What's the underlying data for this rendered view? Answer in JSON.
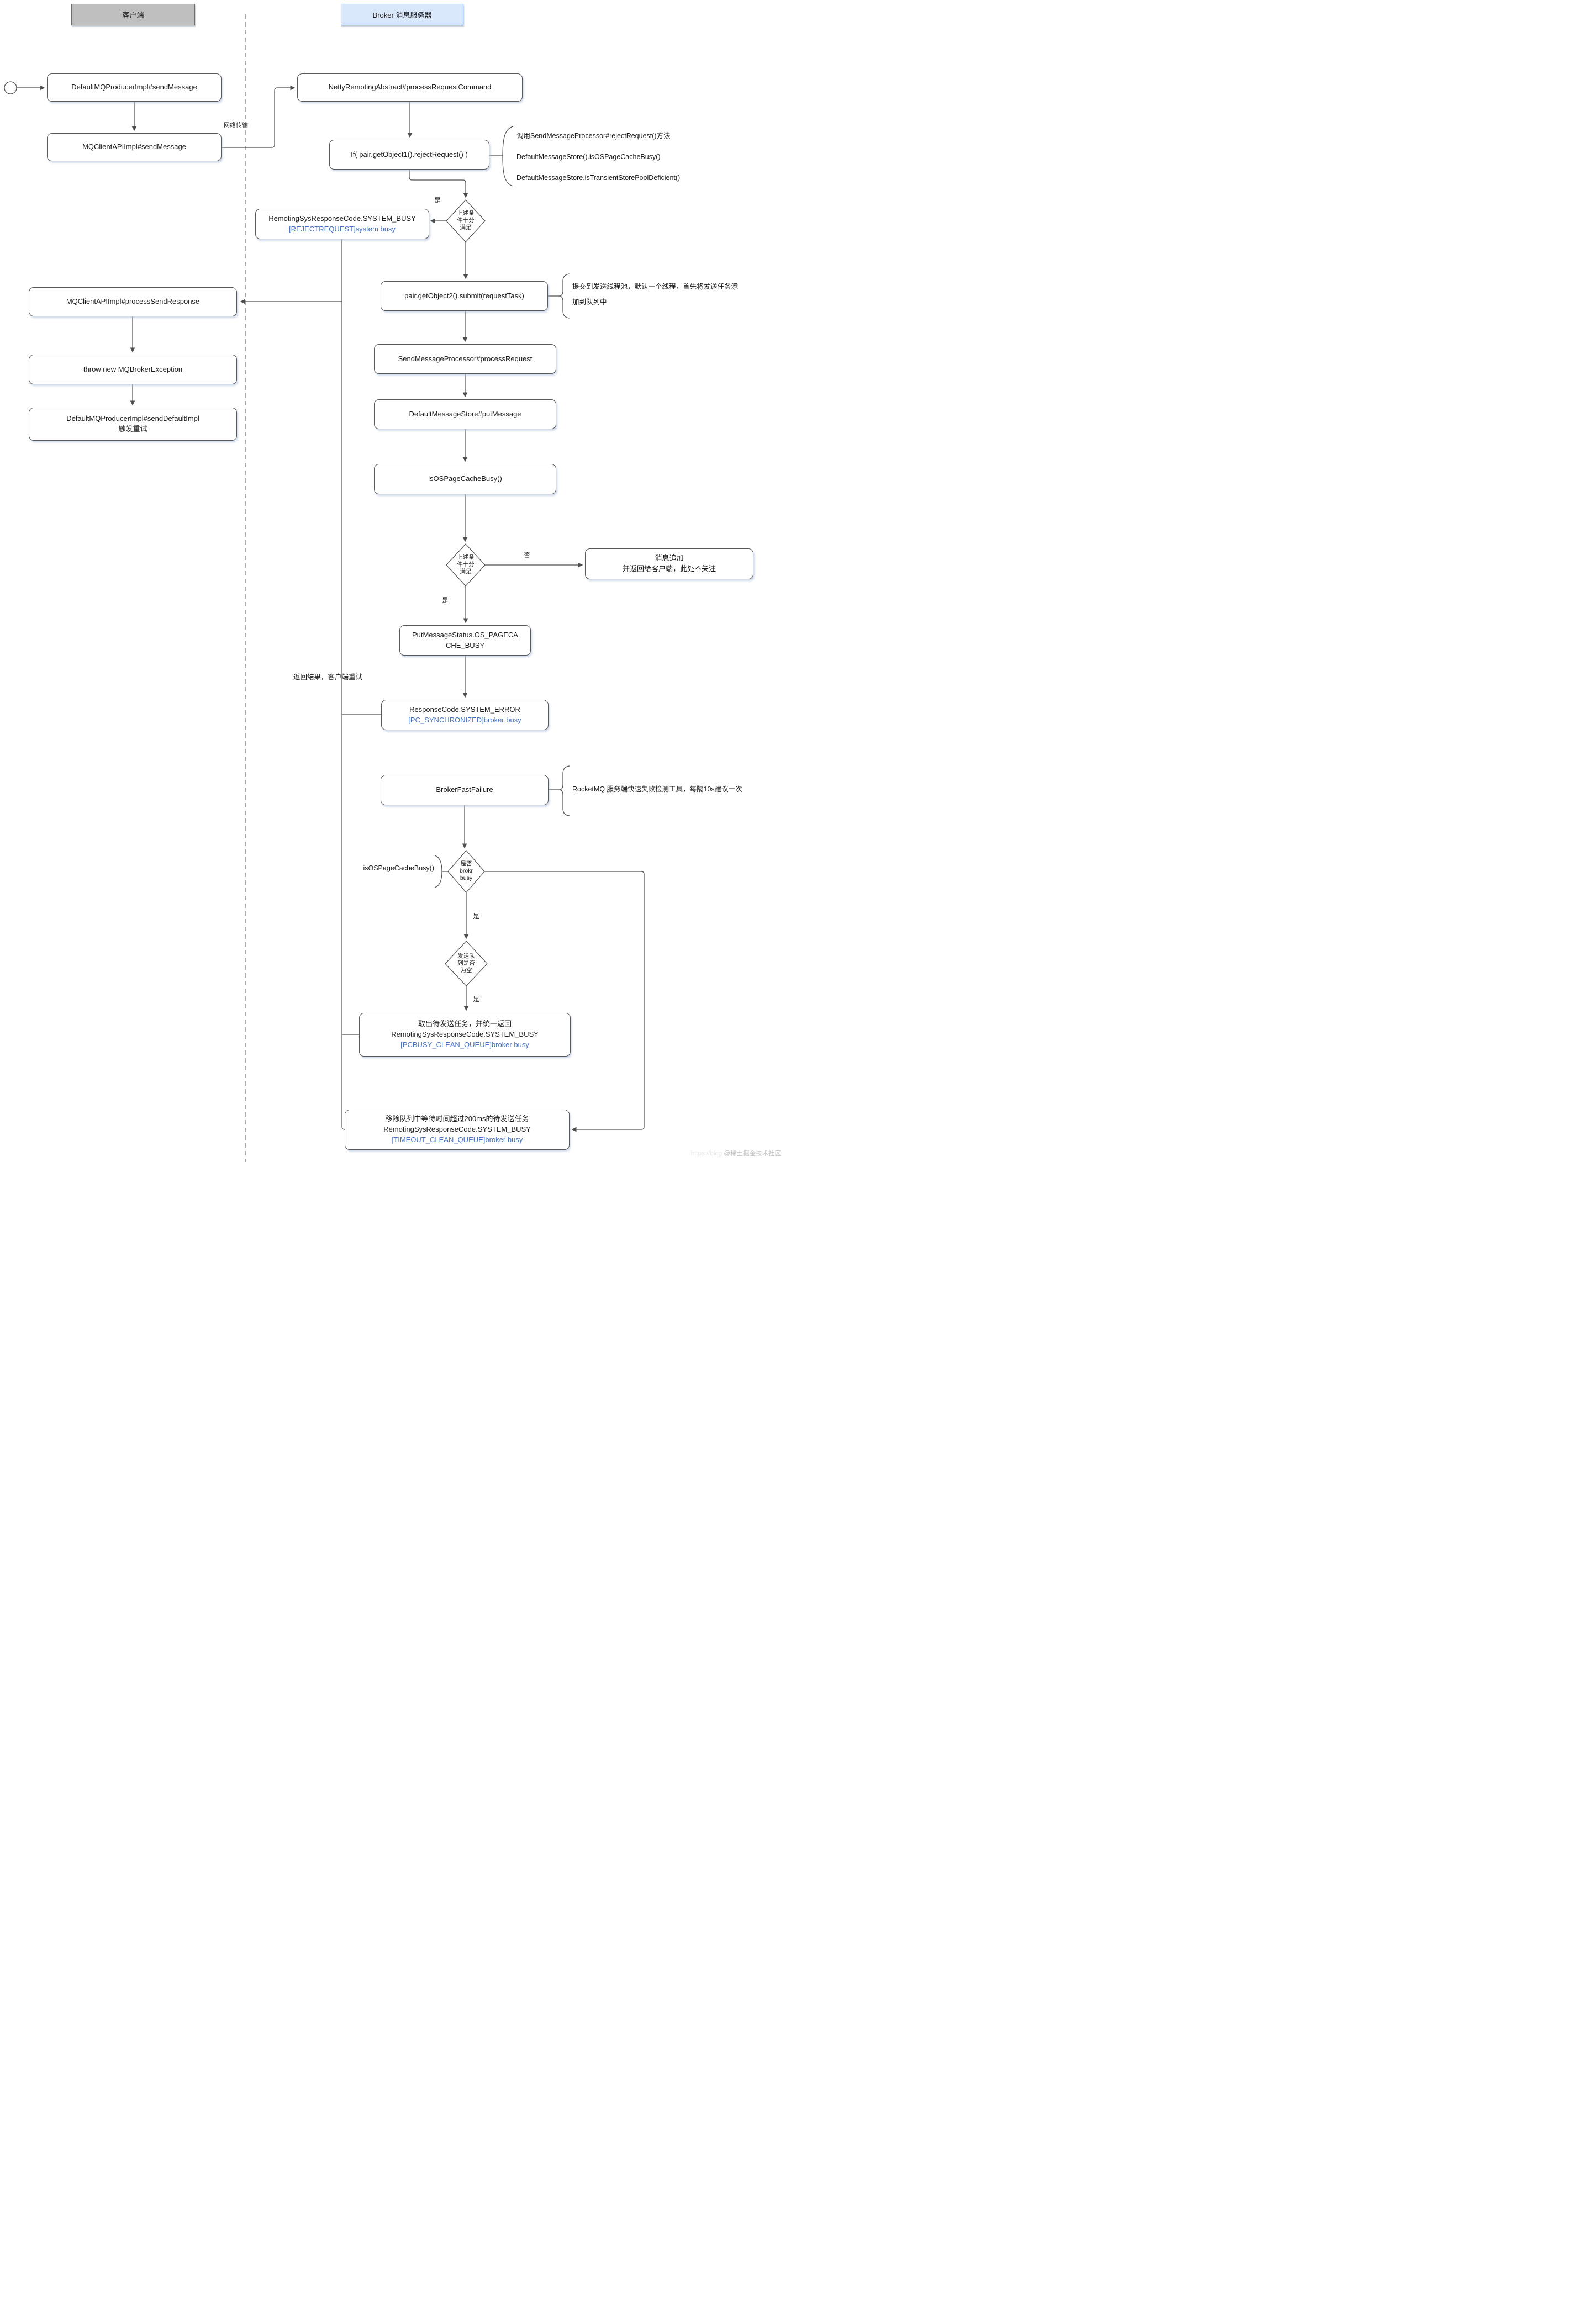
{
  "headers": {
    "client": "客户端",
    "broker": "Broker 消息服务器"
  },
  "client_col": {
    "producer_send": "DefaultMQProducerImpl#sendMessage",
    "client_send": "MQClientAPIImpl#sendMessage",
    "process_send_response": "MQClientAPIImpl#processSendResponse",
    "throw_exception": "throw new MQBrokerException",
    "send_default_impl": "DefaultMQProducerImpl#sendDefaultImpl",
    "send_default_retry": "触发重试"
  },
  "broker_col": {
    "netty_process": "NettyRemotingAbstract#processRequestCommand",
    "if_reject": "If( pair.getObject1().rejectRequest() )",
    "sys_busy_reject": "RemotingSysResponseCode.SYSTEM_BUSY",
    "sys_busy_reject_blue": "[REJECTREQUEST]system busy",
    "pair_submit": "pair.getObject2().submit(requestTask)",
    "process_request": "SendMessageProcessor#processRequest",
    "put_message": "DefaultMessageStore#putMessage",
    "is_os_page_cache_busy": "isOSPageCacheBusy()",
    "msg_append_1": "消息追加",
    "msg_append_2": "并返回给客户端，此处不关注",
    "put_status_1": "PutMessageStatus.OS_PAGECA",
    "put_status_2": "CHE_BUSY",
    "response_error": "ResponseCode.SYSTEM_ERROR",
    "response_error_blue": "[PC_SYNCHRONIZED]broker busy",
    "broker_fast_failure": "BrokerFastFailure",
    "fetch_1": "取出待发送任务，并统一返回",
    "fetch_2": "RemotingSysResponseCode.SYSTEM_BUSY",
    "fetch_3": "[PCBUSY_CLEAN_QUEUE]broker busy",
    "remove_1": "移除队列中等待时间超过200ms的待发送任务",
    "remove_2": "RemotingSysResponseCode.SYSTEM_BUSY",
    "remove_3": "[TIMEOUT_CLEAN_QUEUE]broker busy"
  },
  "decisions": {
    "cond_met_1": {
      "l1": "上述条",
      "l2": "件十分",
      "l3": "满足"
    },
    "cond_met_2": {
      "l1": "上述条",
      "l2": "件十分",
      "l3": "满足"
    },
    "broker_busy": {
      "l1": "是否",
      "l2": "brokr",
      "l3": "busy"
    },
    "queue_empty": {
      "l1": "发送队",
      "l2": "列是否",
      "l3": "为空"
    }
  },
  "edge_labels": {
    "network": "网络传输",
    "yes1": "是",
    "no1": "否",
    "yes2": "是",
    "yes3": "是",
    "yes4": "是",
    "return_retry": "返回结果，客户端重试",
    "is_os_busy": "isOSPageCacheBusy()"
  },
  "annotations": {
    "reject_1": "调用SendMessageProcessor#rejectRequest()方法",
    "reject_2": "DefaultMessageStore().isOSPageCacheBusy()",
    "reject_3": "DefaultMessageStore.isTransientStorePoolDeficient()",
    "submit_1": "提交到发送线程池，默认一个线程，首先将发送任务添",
    "submit_2": "加到队列中",
    "fast_failure": "RocketMQ 服务端快速失败检测工具，每隔10s建议一次"
  },
  "watermark": {
    "prefix": "https://blog",
    "text": "@稀土掘金技术社区"
  },
  "colors": {
    "accent_blue": "#4472C4",
    "client_header": "#BFBFBF",
    "broker_header": "#DAE8FC",
    "line": "#4D4D4D"
  }
}
